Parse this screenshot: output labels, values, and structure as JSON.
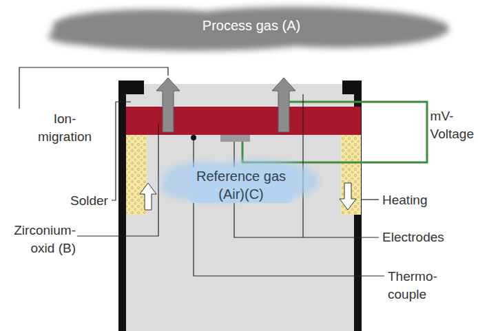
{
  "diagram": {
    "nodes": [
      {
        "text": [
          "Process gas (A)"
        ]
      },
      {
        "text": [
          "Reference gas (Air)(C)"
        ]
      }
    ],
    "labels": [
      "Ion- migration",
      "Solder",
      "Zirconium- oxid (B)",
      "mV- Voltage",
      "Heating",
      "Electrodes",
      "Thermo- couple"
    ]
  }
}
